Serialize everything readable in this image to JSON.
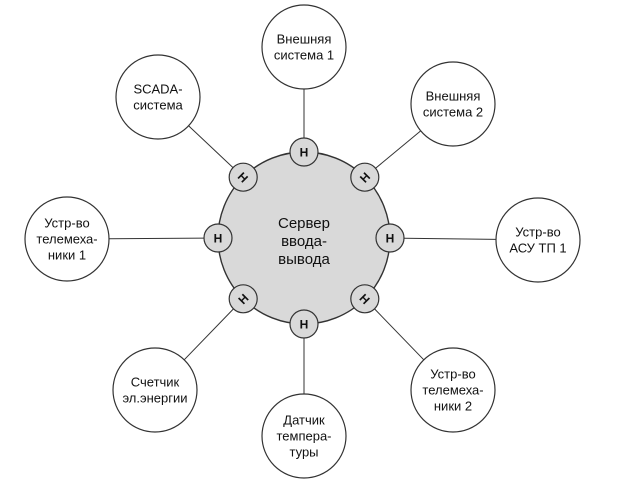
{
  "hub": {
    "label_lines": [
      "Сервер",
      "ввода-",
      "вывода"
    ]
  },
  "handler_label": "Н",
  "nodes": [
    {
      "id": "ext1",
      "label_lines": [
        "Внешняя",
        "система 1"
      ]
    },
    {
      "id": "ext2",
      "label_lines": [
        "Внешняя",
        "система 2"
      ]
    },
    {
      "id": "asu",
      "label_lines": [
        "Устр-во",
        "АСУ ТП 1"
      ]
    },
    {
      "id": "tm2",
      "label_lines": [
        "Устр-во",
        "телемеха-",
        "ники 2"
      ]
    },
    {
      "id": "temp",
      "label_lines": [
        "Датчик",
        "темпера-",
        "туры"
      ]
    },
    {
      "id": "meter",
      "label_lines": [
        "Счетчик",
        "эл.энергии"
      ]
    },
    {
      "id": "tm1",
      "label_lines": [
        "Устр-во",
        "телемеха-",
        "ники 1"
      ]
    },
    {
      "id": "scada",
      "label_lines": [
        "SCADA-",
        "система"
      ]
    }
  ]
}
